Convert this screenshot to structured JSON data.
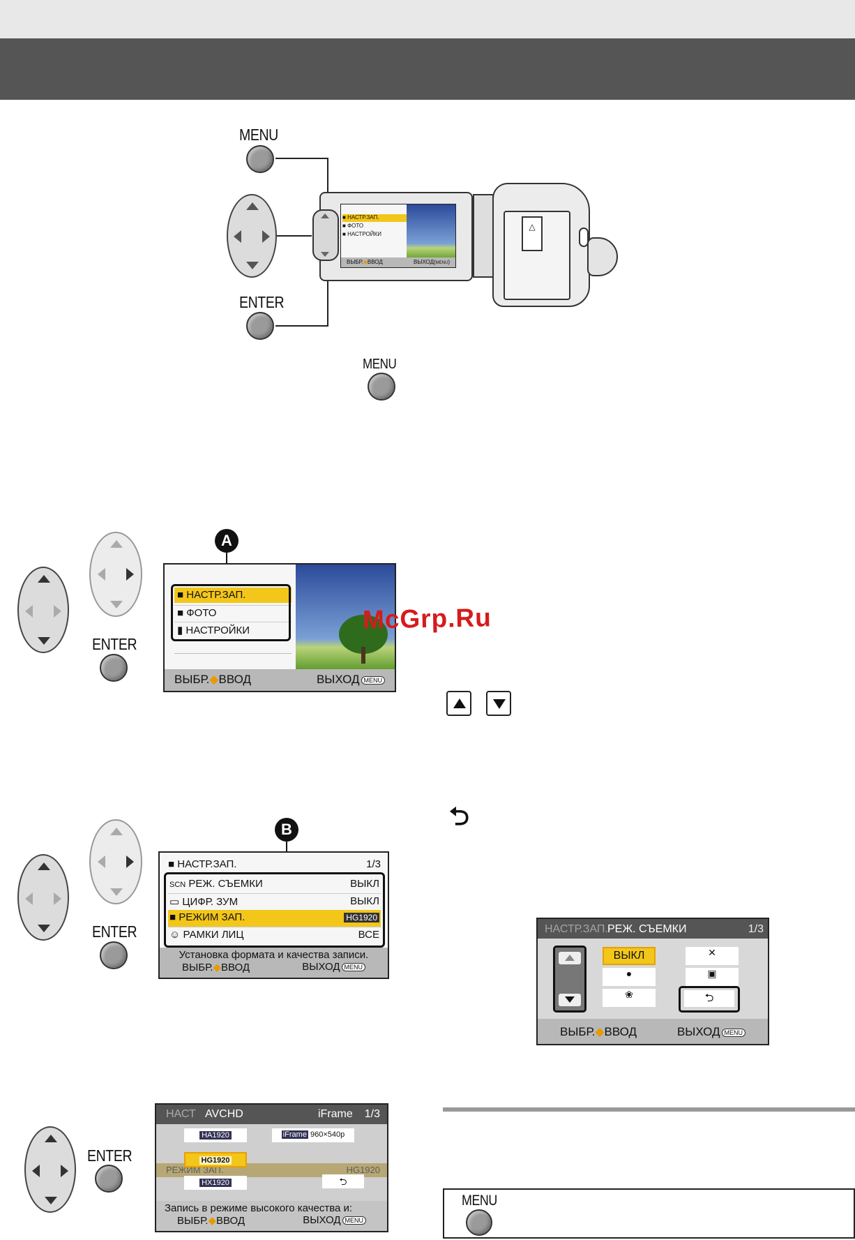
{
  "labels": {
    "menu": "MENU",
    "enter": "ENTER"
  },
  "camera_screen": {
    "items": [
      "НАСТР.ЗАП.",
      "ФОТО",
      "НАСТРОЙКИ"
    ],
    "footer_left": "ВЫБР.",
    "footer_mid": "ВВОД",
    "footer_right": "ВЫХОД",
    "menu_badge": "MENU"
  },
  "screen_a": {
    "marker": "A",
    "items": [
      "НАСТР.ЗАП.",
      "ФОТО",
      "НАСТРОЙКИ"
    ],
    "footer_left": "ВЫБР.",
    "footer_mid": "ВВОД",
    "footer_right": "ВЫХОД",
    "menu_badge": "MENU"
  },
  "screen_b": {
    "marker": "B",
    "header": "НАСТР.ЗАП.",
    "page": "1/3",
    "rows": [
      {
        "icon": "SCN",
        "label": "РЕЖ. СЪЕМКИ",
        "value": "ВЫКЛ"
      },
      {
        "icon": "zoom-icon",
        "label": "ЦИФР. ЗУМ",
        "value": "ВЫКЛ"
      },
      {
        "icon": "rec-icon",
        "label": "РЕЖИМ ЗАП.",
        "value": "HG1920"
      },
      {
        "icon": "face-icon",
        "label": "РАМКИ ЛИЦ",
        "value": "ВСЕ"
      }
    ],
    "hint": "Установка формата и качества записи.",
    "footer_left": "ВЫБР.",
    "footer_mid": "ВВОД",
    "footer_right": "ВЫХОД",
    "menu_badge": "MENU"
  },
  "screen_scene": {
    "bg_header": "НАСТР.ЗАП.",
    "title": "РЕЖ. СЪЕМКИ",
    "page": "1/3",
    "off": "ВЫКЛ",
    "footer_left": "ВЫБР.",
    "footer_mid": "ВВОД",
    "footer_right": "ВЫХОД",
    "menu_badge": "MENU"
  },
  "screen_format": {
    "bg_header": "НАСТ",
    "col_avchd": "AVCHD",
    "col_iframe": "iFrame",
    "page": "1/3",
    "opt_ha": "HA1920",
    "opt_iframe": "960×540p",
    "iframe_tag": "iFrame",
    "opt_hg": "HG1920",
    "opt_hx": "HX1920",
    "bg_row": "РЕЖИМ ЗАП.",
    "bg_value": "HG1920",
    "hint": "Запись в режиме высокого качества и:",
    "footer_left": "ВЫБР.",
    "footer_mid": "ВВОД",
    "footer_right": "ВЫХОД",
    "menu_badge": "MENU"
  },
  "watermark": "McGrp.Ru",
  "colors": {
    "highlight": "#f3c61a",
    "header": "#555555",
    "watermark": "#d61b1b"
  }
}
